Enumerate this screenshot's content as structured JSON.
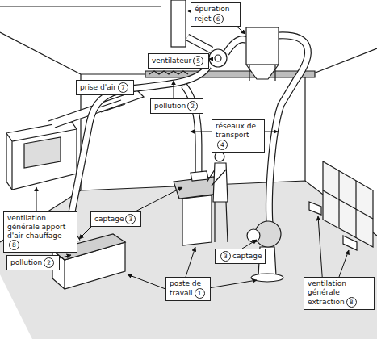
{
  "diagram": {
    "nodes": [
      {
        "text": [
          "épuration rejet",
          "6"
        ]
      },
      {
        "text": [
          "ventilateur",
          "5"
        ]
      },
      {
        "text": [
          "prise d'air",
          "7"
        ]
      },
      {
        "text": [
          "pollution",
          "2"
        ]
      },
      {
        "text": [
          "réseaux de transport",
          "4"
        ]
      },
      {
        "text": [
          "ventilation générale apport d'air chauffage",
          "8"
        ]
      },
      {
        "text": [
          "captage",
          "3"
        ]
      },
      {
        "text": [
          "pollution",
          "2"
        ]
      },
      {
        "text": [
          "3",
          "captage"
        ]
      },
      {
        "text": [
          "poste de travail",
          "1"
        ]
      },
      {
        "text": [
          "ventilation générale extraction",
          "8"
        ]
      }
    ]
  }
}
